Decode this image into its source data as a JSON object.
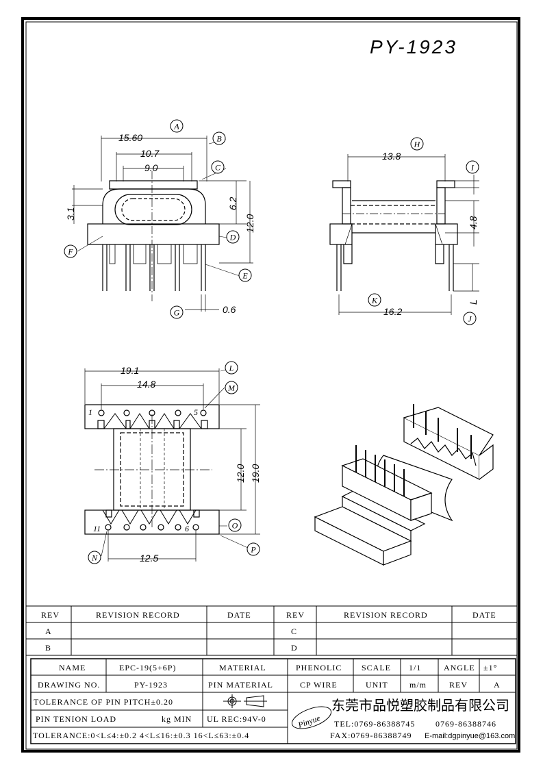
{
  "title": "PY-1923",
  "dimensions": {
    "a": "15.60",
    "a2": "10.7",
    "a3": "9.0",
    "h": "3.1",
    "h2": "6.2",
    "h3": "12.0",
    "pin_w": "0.6",
    "side_w": "13.8",
    "side_h": "4.8",
    "side_w2": "16.2",
    "side_l": "L",
    "bot_w": "19.1",
    "bot_w2": "14.8",
    "bot_h": "12.0",
    "bot_h2": "19.0",
    "bot_w3": "12.5"
  },
  "callouts": [
    "A",
    "B",
    "C",
    "D",
    "E",
    "F",
    "G",
    "H",
    "I",
    "J",
    "K",
    "L",
    "M",
    "O",
    "N",
    "P"
  ],
  "pins": {
    "p1": "1",
    "p5": "5",
    "p11": "11",
    "p6": "6"
  },
  "revision_table": {
    "headers": [
      "REV",
      "REVISION RECORD",
      "DATE",
      "REV",
      "REVISION RECORD",
      "DATE"
    ],
    "rows": [
      [
        "A",
        "",
        "",
        "C",
        "",
        ""
      ],
      [
        "B",
        "",
        "",
        "D",
        "",
        ""
      ]
    ]
  },
  "title_block": {
    "name_label": "NAME",
    "name_value": "EPC-19(5+6P)",
    "material_label": "MATERIAL",
    "material_value": "PHENOLIC",
    "scale_label": "SCALE",
    "scale_value": "1/1",
    "angle_label": "ANGLE",
    "angle_value": "±1°",
    "drawing_label": "DRAWING NO.",
    "drawing_value": "PY-1923",
    "pin_material_label": "PIN MATERIAL",
    "pin_material_value": "CP WIRE",
    "unit_label": "UNIT",
    "unit_value": "m/m",
    "rev_label": "REV",
    "rev_value": "A",
    "tolerance_pitch": "TOLERANCE OF PIN PITCH±0.20",
    "pin_tension": "PIN TENION LOAD",
    "pin_tension_unit": "kg MIN",
    "ul_rec": "UL REC:94V-0",
    "tolerance_full": "TOLERANCE:0<L≤4:±0.2 4<L≤16:±0.3 16<L≤63:±0.4",
    "logo_text": "Pinyue",
    "company": "东莞市品悦塑胶制品有限公司",
    "tel": "TEL:0769-86388745",
    "tel2": "0769-86388746",
    "fax": "FAX:0769-86388749",
    "email": "E-mail:dgpinyue@163.com"
  }
}
